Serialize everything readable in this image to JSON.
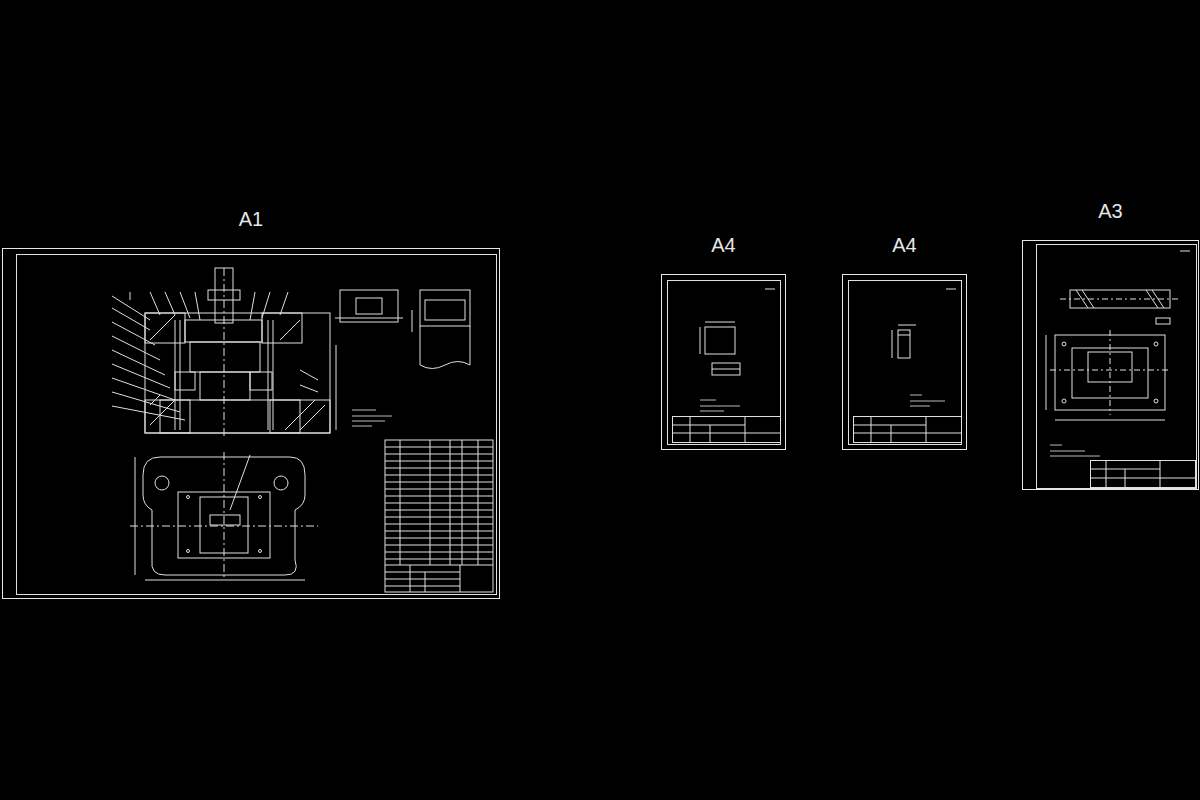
{
  "diagram": {
    "nodes": [
      {
        "text": [
          "A1"
        ]
      },
      {
        "text": [
          "A4"
        ]
      },
      {
        "text": [
          "A4"
        ]
      },
      {
        "text": [
          "A3"
        ]
      }
    ]
  }
}
